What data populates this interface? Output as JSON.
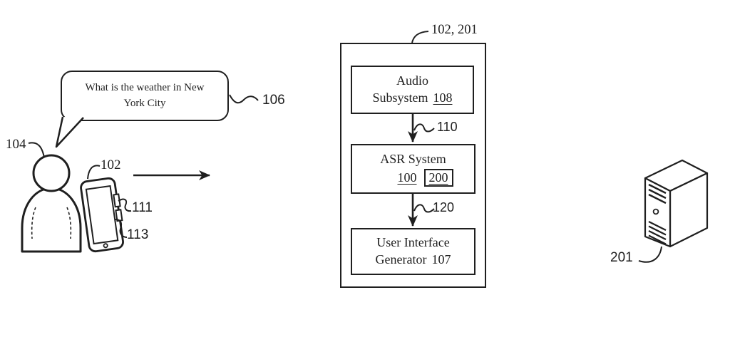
{
  "figure": {
    "background": "#ffffff",
    "ink": "#1f1f1f"
  },
  "bubble": {
    "text": "What is the weather in New York City"
  },
  "labels": {
    "person": "104",
    "phone": "102",
    "bubble": "106",
    "phone_element_upper": "111",
    "phone_element_lower": "113",
    "system": "102, 201",
    "audio_to_asr": "110",
    "asr_to_uig": "120",
    "server": "201"
  },
  "boxes": {
    "audio": {
      "line1": "Audio",
      "line2": "Subsystem",
      "ref": "108"
    },
    "asr": {
      "title": "ASR System",
      "ref1": "100",
      "ref2": "200"
    },
    "uig": {
      "line1": "User Interface",
      "line2": "Generator",
      "ref": "107"
    }
  }
}
